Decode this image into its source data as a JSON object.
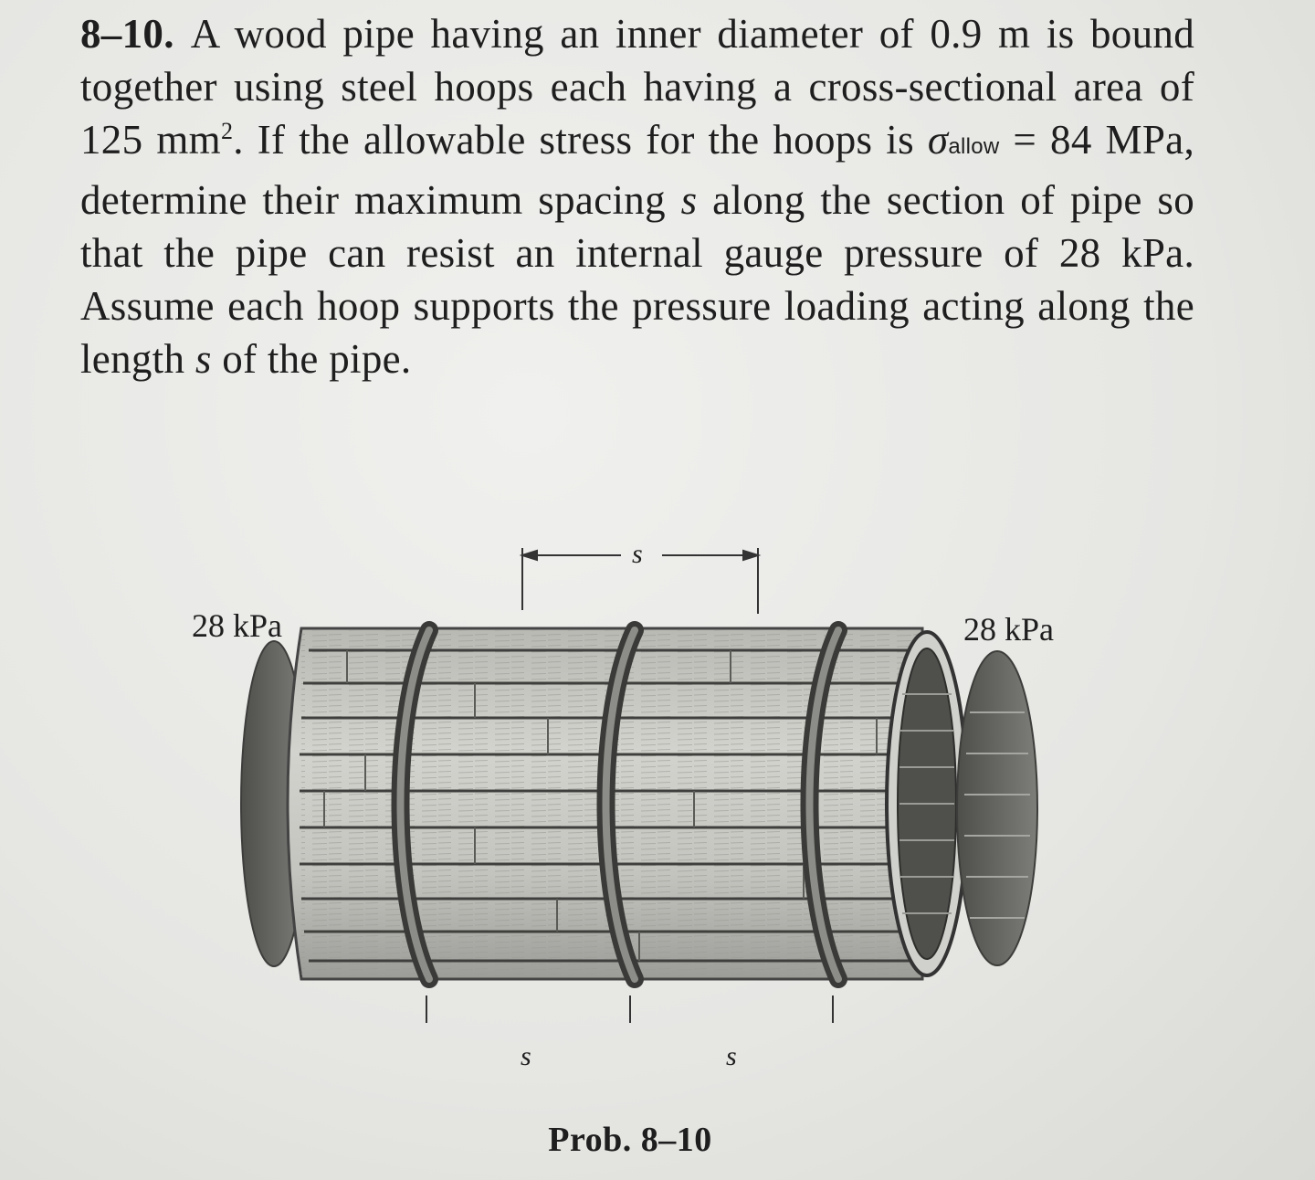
{
  "problem": {
    "number": "8–10.",
    "text_part1": "A wood pipe having an inner diameter of 0.9 m is bound together using steel hoops each having a cross-sectional area of 125 mm",
    "area_exponent": "2",
    "text_part2": ". If the allowable stress for the hoops is ",
    "sigma_symbol": "σ",
    "sigma_subscript": "allow",
    "text_part3": " = 84 MPa, determine their maximum spacing ",
    "var_s": "s",
    "text_part4": " along the section of pipe so that the pipe can resist an internal gauge pressure of 28 kPa. Assume each hoop supports the pressure loading acting along the length ",
    "var_s2": "s",
    "text_part5": " of the pipe."
  },
  "figure": {
    "pressure_left": "28 kPa",
    "pressure_right": "28 kPa",
    "dim_top": "s",
    "dim_bottom_left": "s",
    "dim_bottom_right": "s",
    "colors": {
      "wood_light": "#c9c9c4",
      "wood_dark": "#8c8c88",
      "hoop": "#555552",
      "end_dark": "#5e5e5b"
    }
  },
  "caption": "Prob. 8–10"
}
